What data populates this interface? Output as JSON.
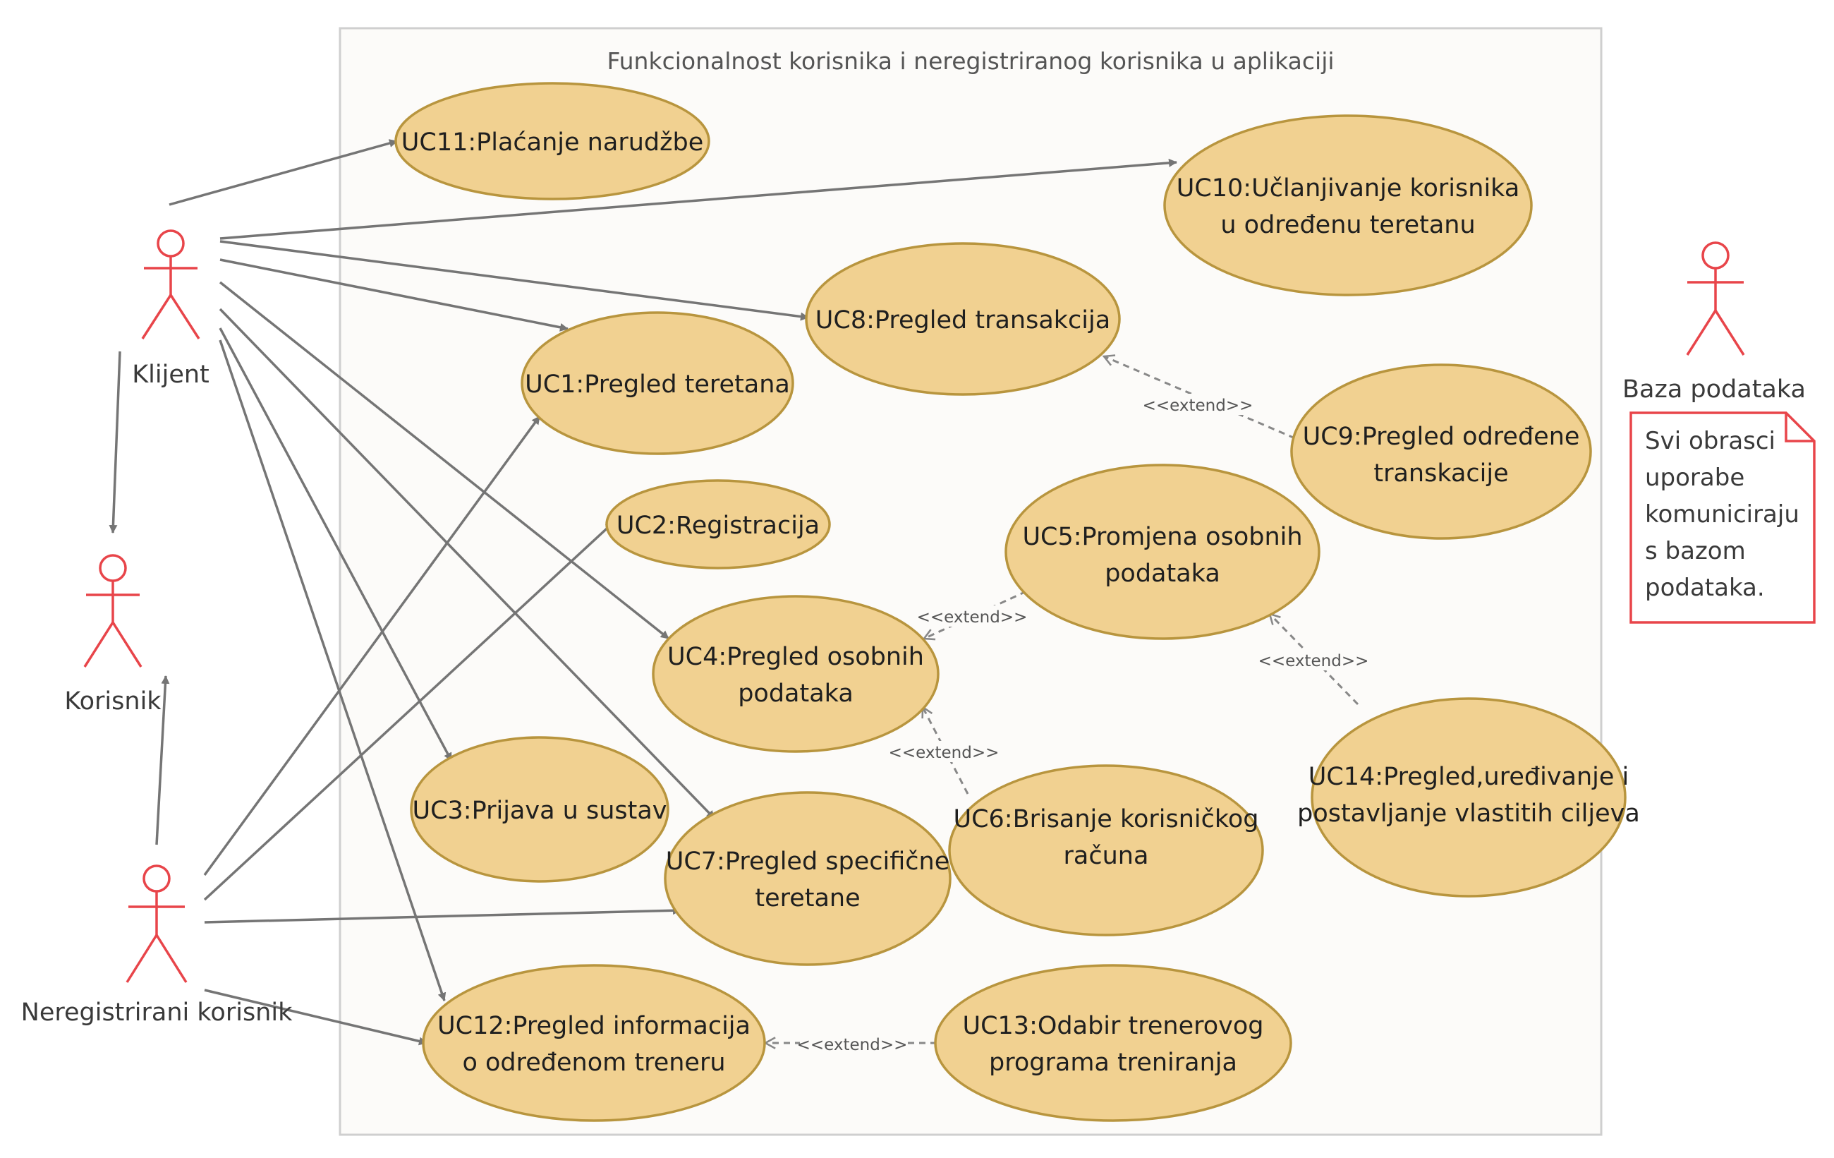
{
  "system": {
    "title": "Funkcionalnost korisnika i neregistriranog korisnika u aplikaciji"
  },
  "actors": {
    "klijent": "Klijent",
    "korisnik": "Korisnik",
    "neregistrirani": "Neregistrirani korisnik",
    "baza": "Baza podataka"
  },
  "use_cases": {
    "uc11": [
      "UC11:Plaćanje narudžbe"
    ],
    "uc10": [
      "UC10:Učlanjivanje korisnika",
      "u određenu teretanu"
    ],
    "uc8": [
      "UC8:Pregled transakcija"
    ],
    "uc1": [
      "UC1:Pregled teretana"
    ],
    "uc9": [
      "UC9:Pregled određene",
      "transkacije"
    ],
    "uc2": [
      "UC2:Registracija"
    ],
    "uc5": [
      "UC5:Promjena osobnih",
      "podataka"
    ],
    "uc4": [
      "UC4:Pregled osobnih",
      "podataka"
    ],
    "uc3": [
      "UC3:Prijava u sustav"
    ],
    "uc7": [
      "UC7:Pregled specifične",
      "teretane"
    ],
    "uc6": [
      "UC6:Brisanje korisničkog",
      "računa"
    ],
    "uc14": [
      "UC14:Pregled,uređivanje i",
      "postavljanje vlastitih ciljeva"
    ],
    "uc12": [
      "UC12:Pregled informacija",
      "o određenom treneru"
    ],
    "uc13": [
      "UC13:Odabir trenerovog",
      "programa treniranja"
    ]
  },
  "extend_label": "<<extend>>",
  "note": {
    "lines": [
      "Svi obrasci",
      "uporabe",
      "komuniciraju",
      "s bazom",
      "podataka."
    ]
  },
  "colors": {
    "usecase_fill": "#f1d191",
    "usecase_stroke": "#b8953e",
    "actor": "#e8454a",
    "line": "#757575",
    "system_fill": "#fcfbf9",
    "system_stroke": "#cfcfcf"
  }
}
